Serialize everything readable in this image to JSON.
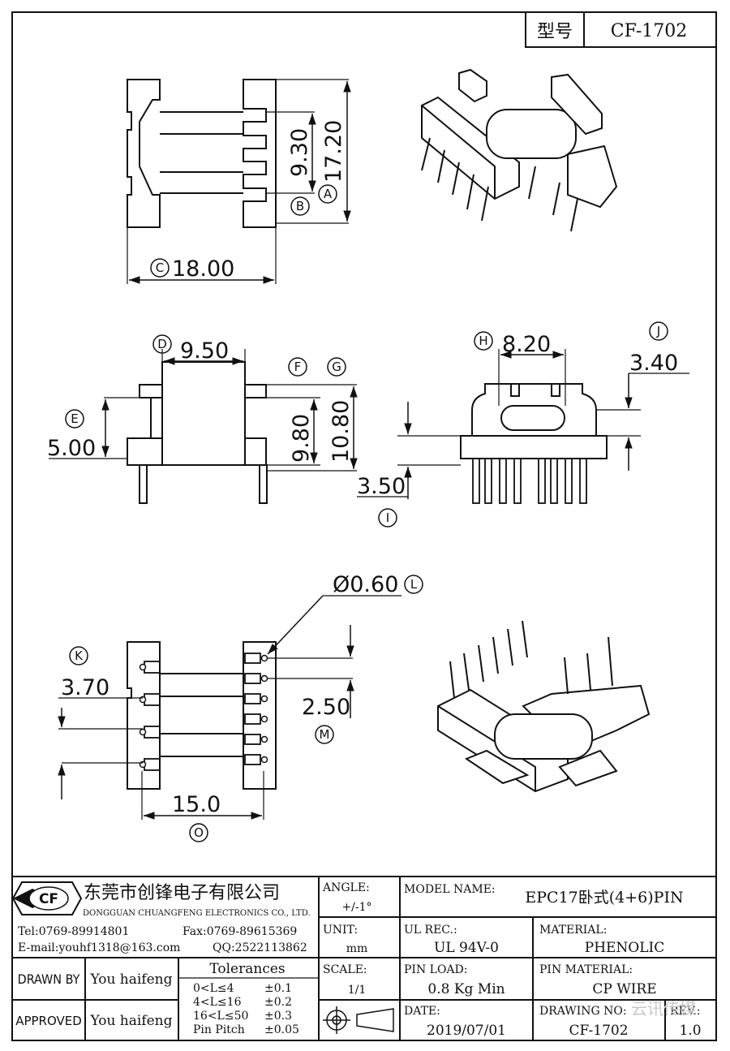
{
  "header": {
    "model_label": "型号",
    "model_code": "CF-1702"
  },
  "dimensions": {
    "A": "17.20",
    "B": "9.30",
    "C": "18.00",
    "D": "9.50",
    "E": "5.00",
    "F": "9.80",
    "G": "10.80",
    "H": "8.20",
    "I": "3.50",
    "J": "3.40",
    "K": "3.70",
    "L": "Ø0.60",
    "M": "2.50",
    "O": "15.0"
  },
  "markers": {
    "A": "A",
    "B": "B",
    "C": "C",
    "D": "D",
    "E": "E",
    "F": "F",
    "G": "G",
    "H": "H",
    "I": "I",
    "J": "J",
    "K": "K",
    "L": "L",
    "M": "M",
    "O": "O"
  },
  "company": {
    "logo_text": "CF",
    "name_cn": "东莞市创锋电子有限公司",
    "name_en": "DONGGUAN CHUANGFENG ELECTRONICS CO., LTD.",
    "tel": "Tel:0769-89914801",
    "fax": "Fax:0769-89615369",
    "email": "E-mail:youhf1318@163.com",
    "qq": "QQ:2522113862"
  },
  "title_block": {
    "angle_label": "ANGLE:",
    "angle_value": "+/-1°",
    "model_name_label": "MODEL NAME:",
    "model_name_value": "EPC17卧式(4+6)PIN",
    "unit_label": "UNIT:",
    "unit_value": "mm",
    "ul_label": "UL REC.:",
    "ul_value": "UL 94V-0",
    "material_label": "MATERIAL:",
    "material_value": "PHENOLIC",
    "scale_label": "SCALE:",
    "scale_value": "1/1",
    "pin_load_label": "PIN LOAD:",
    "pin_load_value": "0.8 Kg Min",
    "pin_material_label": "PIN MATERIAL:",
    "pin_material_value": "CP WIRE",
    "date_label": "DATE:",
    "date_value": "2019/07/01",
    "drawing_no_label": "DRAWING NO:",
    "drawing_no_value": "CF-1702",
    "rev_label": "REV.:",
    "rev_value": "1.0",
    "drawn_by_label": "DRAWN BY",
    "drawn_by_value": "You haifeng",
    "approved_label": "APPROVED",
    "approved_value": "You haifeng"
  },
  "tolerances": {
    "title": "Tolerances",
    "rows": [
      {
        "range": "0<L≤4",
        "value": "±0.1"
      },
      {
        "range": "4<L≤16",
        "value": "±0.2"
      },
      {
        "range": "16<L≤50",
        "value": "±0.3"
      },
      {
        "range": "Pin Pitch",
        "value": "±0.05"
      }
    ]
  },
  "watermark": "云讯传媒"
}
